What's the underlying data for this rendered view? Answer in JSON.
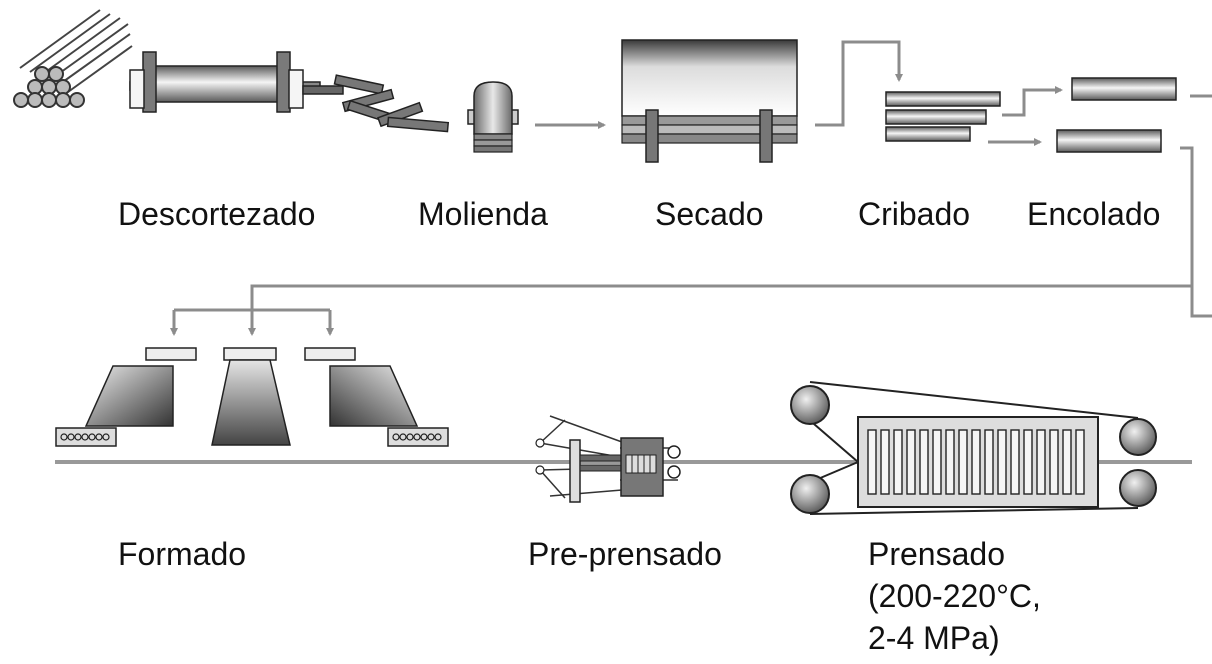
{
  "stages": {
    "descortezado": "Descortezado",
    "molienda": "Molienda",
    "secado": "Secado",
    "cribado": "Cribado",
    "encolado": "Encolado",
    "formado": "Formado",
    "preprensado": "Pre-prensado",
    "prensado": {
      "line1": "Prensado",
      "line2": "(200-220°C,",
      "line3": "2-4 MPa)"
    }
  },
  "colors": {
    "flow_line": "#8c8c8c",
    "outline": "#222222",
    "fill_dark": "#6e6e6e",
    "fill_light": "#f2f2f2"
  }
}
